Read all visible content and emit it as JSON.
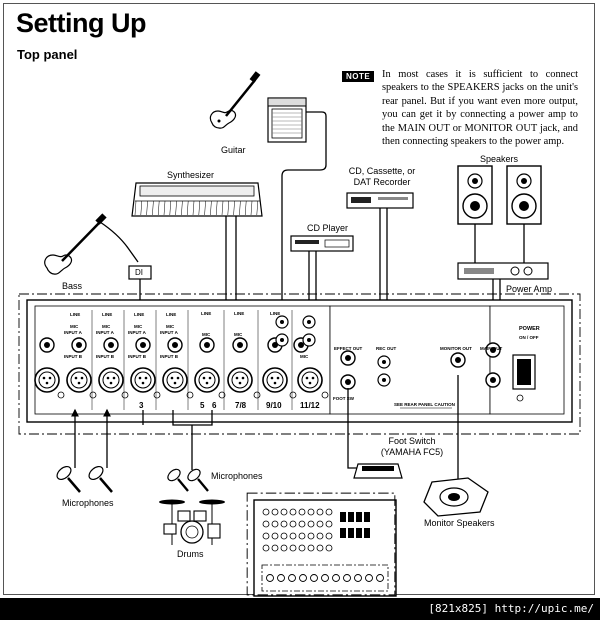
{
  "header": {
    "title": "Setting Up",
    "subtitle": "Top panel"
  },
  "note": {
    "badge": "NOTE",
    "text": "In most cases it is sufficient to connect speakers to the SPEAKERS jacks on the unit's rear panel. But if you want even more output, you can get it by connecting a power amp to the MAIN OUT or MONITOR OUT jack, and then connecting speakers to the power amp."
  },
  "labels": {
    "guitar": "Guitar",
    "synthesizer": "Synthesizer",
    "recorder_line1": "CD, Cassette, or",
    "recorder_line2": "DAT Recorder",
    "speakers": "Speakers",
    "cd_player": "CD Player",
    "di": "DI",
    "bass": "Bass",
    "power_amp": "Power Amp",
    "foot_switch_line1": "Foot Switch",
    "foot_switch_line2": "(YAMAHA FC5)",
    "microphones_left": "Microphones",
    "microphones_right": "Microphones",
    "drums": "Drums",
    "monitor_speakers": "Monitor Speakers"
  },
  "panel": {
    "channel_numbers": [
      "3",
      "5",
      "6",
      "7/8",
      "9/10",
      "11/12"
    ],
    "jack_labels": {
      "line": "LINE",
      "mic": "MIC",
      "input_a": "INPUT A",
      "input_b": "INPUT B",
      "effect_out": "EFFECT OUT",
      "rec_out": "REC OUT",
      "monitor_out": "MONITOR OUT",
      "main_out": "MAIN OUT",
      "foot_sw": "FOOT SW",
      "power": "POWER",
      "power_state": "ON / OFF",
      "rear_caution": "SEE REAR PANEL CAUTION"
    }
  },
  "footer": {
    "text": "[821x825] http://upic.me/"
  }
}
